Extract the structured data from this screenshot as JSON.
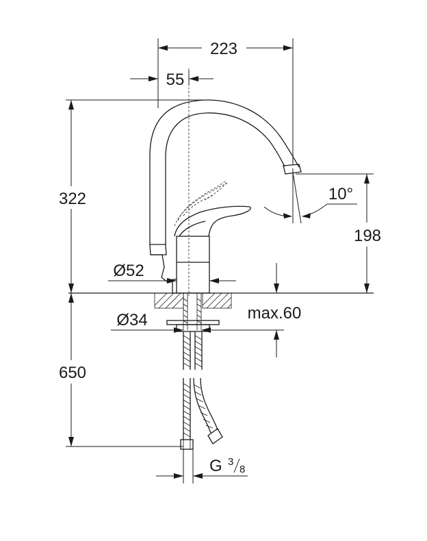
{
  "dimensions": {
    "width_223": "223",
    "offset_55": "55",
    "height_322": "322",
    "spout_198": "198",
    "angle_10": "10°",
    "diam_52": "Ø52",
    "diam_34": "Ø34",
    "max_60": "max.60",
    "hose_650": "650",
    "thread_g": "G",
    "thread_num": "3",
    "thread_den": "8"
  },
  "colors": {
    "line": "#1a1a1a",
    "background": "#ffffff"
  }
}
